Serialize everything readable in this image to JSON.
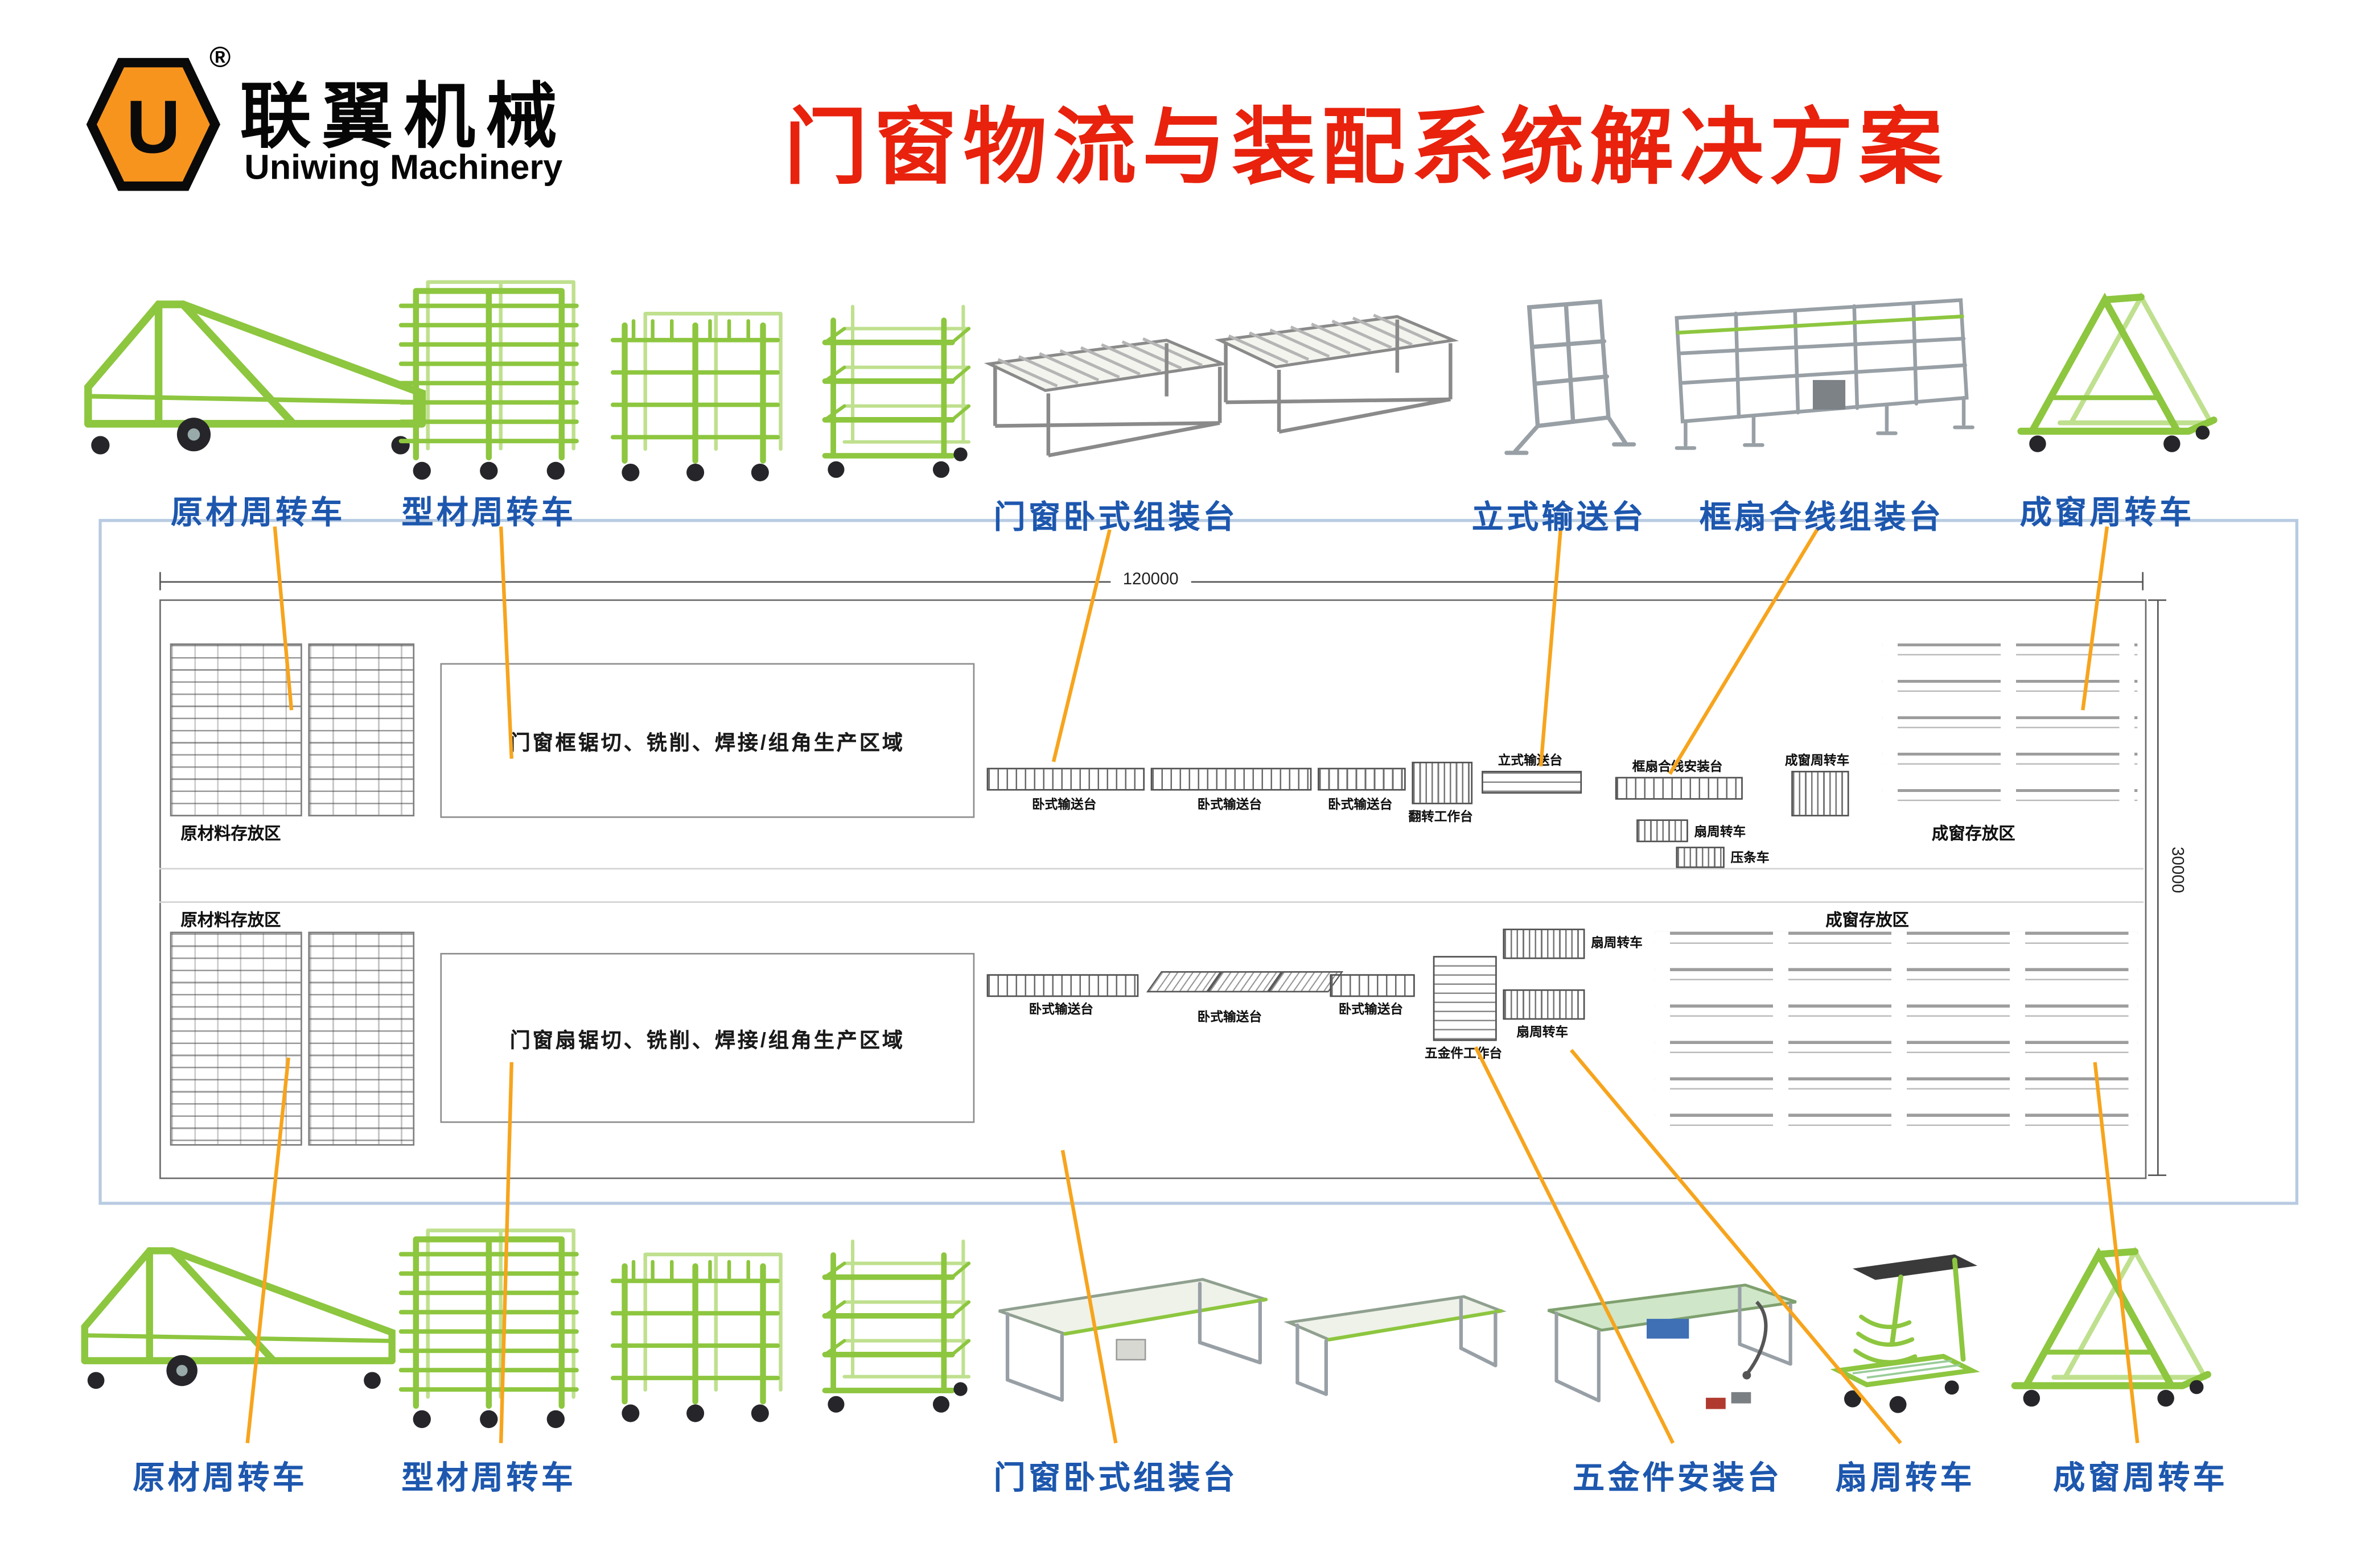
{
  "brand": {
    "cn": "联翼机械",
    "en": "Uniwing Machinery",
    "reg": "®"
  },
  "title": "门窗物流与装配系统解决方案",
  "top_labels": [
    "原材周转车",
    "型材周转车",
    "门窗卧式组装台",
    "立式输送台",
    "框扇合线组装台",
    "成窗周转车"
  ],
  "bottom_labels": [
    "原材周转车",
    "型材周转车",
    "门窗卧式组装台",
    "五金件安装台",
    "扇周转车",
    "成窗周转车"
  ],
  "plan": {
    "dim_top": "120000",
    "dim_right": "30000",
    "upper": {
      "storage": "原材料存放区",
      "area": "门窗框锯切、铣削、焊接/组角生产区域",
      "conv1": "卧式输送台",
      "conv2": "卧式输送台",
      "conv3": "卧式输送台",
      "flip": "翻转工作台",
      "vertical": "立式输送台",
      "frame_sash": "框扇合线安装台",
      "sash_cart": "扇周转车",
      "bead_cart": "压条车",
      "window_cart": "成窗周转车",
      "finished": "成窗存放区"
    },
    "lower": {
      "storage": "原材料存放区",
      "area": "门窗扇锯切、铣削、焊接/组角生产区域",
      "conv1": "卧式输送台",
      "conv2": "卧式输送台",
      "conv3": "卧式输送台",
      "hardware": "五金件工作台",
      "sash_cart1": "扇周转车",
      "sash_cart2": "扇周转车",
      "finished": "成窗存放区"
    }
  },
  "colors": {
    "title_red": "#e8220d",
    "label_blue": "#1d57ae",
    "machine_green": "#8dc63f",
    "connector_orange": "#f7a41d",
    "logo_orange": "#f7941e",
    "plan_border_blue": "#b8cbe2"
  }
}
